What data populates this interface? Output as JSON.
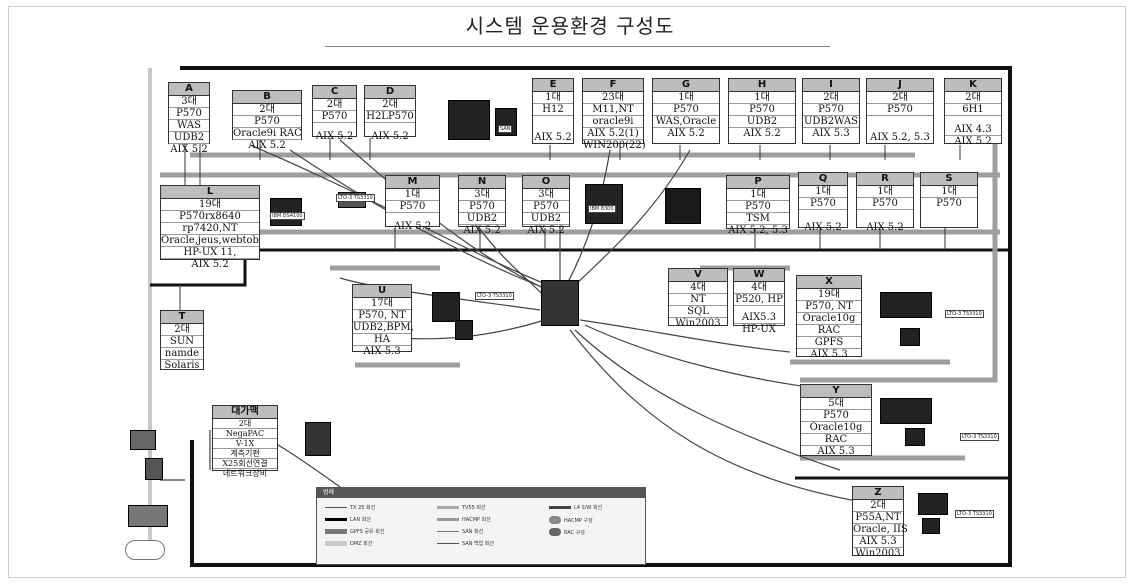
{
  "title": "시스템 운용환경 구성도",
  "servers": [
    {
      "id": "A",
      "lines": [
        "3대",
        "P570",
        "WAS",
        "UDB2",
        "AIX 5.2"
      ]
    },
    {
      "id": "B",
      "lines": [
        "2대",
        "P570",
        "Oracle9i RAC",
        "AIX 5.2"
      ]
    },
    {
      "id": "C",
      "lines": [
        "2대",
        "P570",
        "AIX 5.2"
      ]
    },
    {
      "id": "D",
      "lines": [
        "2대",
        "H2LP570",
        "AIX 5.2"
      ]
    },
    {
      "id": "E",
      "lines": [
        "1대",
        "H12",
        "AIX 5.2"
      ]
    },
    {
      "id": "F",
      "lines": [
        "23대",
        "M11,NT",
        "oracle9i",
        "AIX 5.2(1)",
        "WIN200(22)"
      ]
    },
    {
      "id": "G",
      "lines": [
        "1대",
        "P570",
        "WAS,Oracle",
        "AIX 5.2"
      ]
    },
    {
      "id": "H",
      "lines": [
        "1대",
        "P570",
        "UDB2",
        "AIX 5.2"
      ]
    },
    {
      "id": "I",
      "lines": [
        "2대",
        "P570",
        "UDB2WAS",
        "AIX 5.3"
      ]
    },
    {
      "id": "J",
      "lines": [
        "2대",
        "P570",
        "AIX 5.2, 5.3"
      ]
    },
    {
      "id": "K",
      "lines": [
        "2대",
        "6H1",
        "AIX 4.3",
        "AIX 5.2"
      ]
    },
    {
      "id": "L",
      "lines": [
        "19대",
        "P570rx8640",
        "rp7420,NT",
        "Oracle,jeus,webtob",
        "HP-UX 11,",
        "AIX 5.2"
      ]
    },
    {
      "id": "M",
      "lines": [
        "1대",
        "P570",
        "AIX 5.2"
      ]
    },
    {
      "id": "N",
      "lines": [
        "3대",
        "P570",
        "UDB2",
        "AIX 5.2"
      ]
    },
    {
      "id": "O",
      "lines": [
        "3대",
        "P570",
        "UDB2",
        "AIX 5.2"
      ]
    },
    {
      "id": "P",
      "lines": [
        "1대",
        "P570",
        "TSM",
        "AIX 5.2, 5.3"
      ]
    },
    {
      "id": "Q",
      "lines": [
        "1대",
        "P570",
        "AIX 5.2"
      ]
    },
    {
      "id": "R",
      "lines": [
        "1대",
        "P570",
        "AIX 5.2"
      ]
    },
    {
      "id": "S",
      "lines": [
        "1대",
        "P570",
        ""
      ]
    },
    {
      "id": "T",
      "lines": [
        "2대",
        "SUN",
        "namde",
        "Solaris"
      ]
    },
    {
      "id": "U",
      "lines": [
        "17대",
        "P570, NT",
        "UDB2,BPM,",
        "HA",
        "AIX 5.3"
      ]
    },
    {
      "id": "V",
      "lines": [
        "4대",
        "NT",
        "SQL",
        "Win2003"
      ]
    },
    {
      "id": "W",
      "lines": [
        "4대",
        "P520, HP",
        "AIX5.3",
        "HP-UX"
      ]
    },
    {
      "id": "X",
      "lines": [
        "19대",
        "P570, NT",
        "Oracle10g",
        "RAC",
        "GPFS",
        "AIX 5.3"
      ]
    },
    {
      "id": "Y",
      "lines": [
        "5대",
        "P570",
        "Oracle10g",
        "RAC",
        "AIX 5.3"
      ]
    },
    {
      "id": "Z",
      "lines": [
        "2대",
        "P55A,NT",
        "Oracle, IIS",
        "AIX 5.3",
        "Win2003"
      ]
    },
    {
      "id": "대가맥",
      "lines": [
        "2대",
        "NegaPAC",
        "V-1X",
        "계측기편",
        "X25회선연결",
        "네트워크장비"
      ]
    }
  ],
  "devices": {
    "ibm": "IBM DS4100",
    "lto": "LTO-3 TS3310",
    "san": "SAN",
    "ibm8300": "IBM 8300"
  },
  "legend": {
    "header": "범례",
    "items": [
      "TX 25 회선",
      "LAN 회선",
      "TV55 회선",
      "GPFS 공유 회선",
      "HACMP 회선",
      "SAN 회선",
      "DMZ 회선",
      "SAN 백업 회선",
      "L4 S/W 회선",
      "RAC 구성",
      "HACMP 구성"
    ]
  }
}
